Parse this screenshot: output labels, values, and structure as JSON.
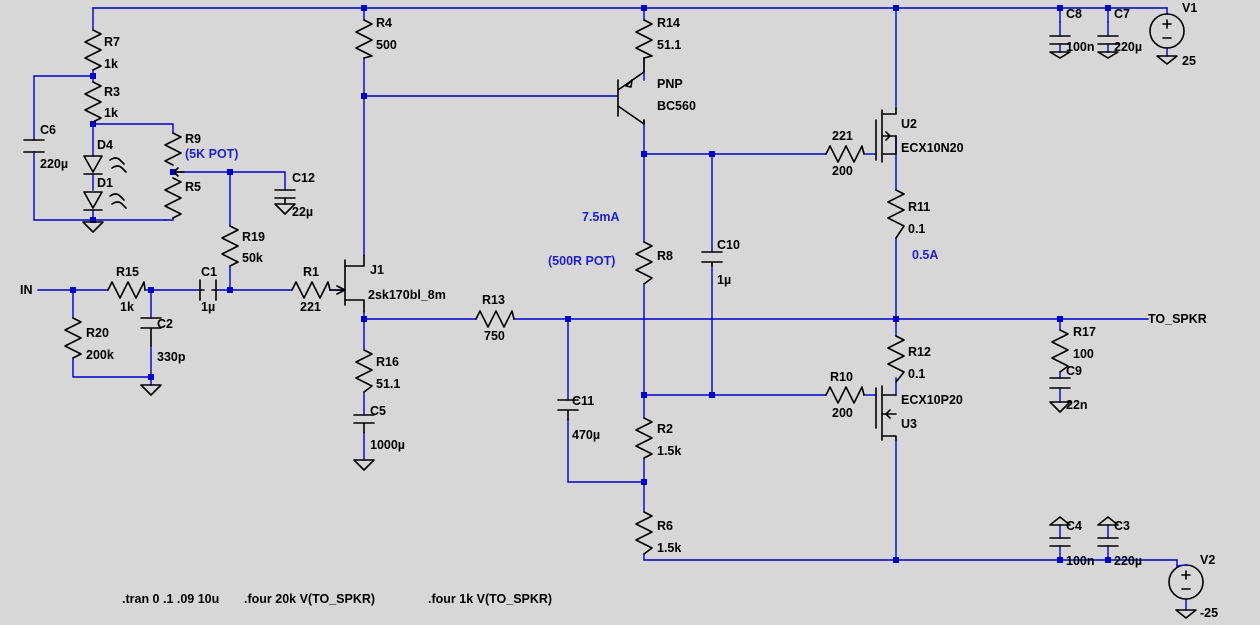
{
  "components": {
    "R7": {
      "ref": "R7",
      "value": "1k"
    },
    "R3": {
      "ref": "R3",
      "value": "1k"
    },
    "R9": {
      "ref": "R9",
      "value": "(5K POT)"
    },
    "R5": {
      "ref": "R5"
    },
    "C6": {
      "ref": "C6",
      "value": "220µ"
    },
    "D4": {
      "ref": "D4"
    },
    "D1": {
      "ref": "D1"
    },
    "C12": {
      "ref": "C12",
      "value": "22µ"
    },
    "R19": {
      "ref": "R19",
      "value": "50k"
    },
    "R15": {
      "ref": "R15",
      "value": "1k"
    },
    "R20": {
      "ref": "R20",
      "value": "200k"
    },
    "C2": {
      "ref": "C2",
      "value": "330p"
    },
    "C1": {
      "ref": "C1",
      "value": "1µ"
    },
    "R1": {
      "ref": "R1",
      "value": "221"
    },
    "R4": {
      "ref": "R4",
      "value": "500"
    },
    "J1": {
      "ref": "J1",
      "value": "2sk170bl_8m"
    },
    "R16": {
      "ref": "R16",
      "value": "51.1"
    },
    "C5": {
      "ref": "C5",
      "value": "1000µ"
    },
    "R13": {
      "ref": "R13",
      "value": "750"
    },
    "C11": {
      "ref": "C11",
      "value": "470µ"
    },
    "R14": {
      "ref": "R14",
      "value": "51.1"
    },
    "Q1": {
      "type": "PNP",
      "value": "BC560"
    },
    "R8": {
      "ref": "R8",
      "value": "(500R POT)"
    },
    "C10": {
      "ref": "C10",
      "value": "1µ"
    },
    "R2": {
      "ref": "R2",
      "value": "1.5k"
    },
    "R6": {
      "ref": "R6",
      "value": "1.5k"
    },
    "R21": {
      "ref": "221",
      "value": "200"
    },
    "R10": {
      "ref": "R10",
      "value": "200"
    },
    "U2": {
      "ref": "U2",
      "value": "ECX10N20"
    },
    "U3": {
      "ref": "U3",
      "value": "ECX10P20"
    },
    "R11": {
      "ref": "R11",
      "value": "0.1"
    },
    "R12": {
      "ref": "R12",
      "value": "0.1"
    },
    "R17": {
      "ref": "R17",
      "value": "100"
    },
    "C9": {
      "ref": "C9",
      "value": "22n"
    },
    "C8": {
      "ref": "C8",
      "value": "100n"
    },
    "C7": {
      "ref": "C7",
      "value": "220µ"
    },
    "C4": {
      "ref": "C4",
      "value": "100n"
    },
    "C3": {
      "ref": "C3",
      "value": "220µ"
    },
    "V1": {
      "ref": "V1",
      "value": "25"
    },
    "V2": {
      "ref": "V2",
      "value": "-25"
    }
  },
  "nets": {
    "in": "IN",
    "out": "TO_SPKR"
  },
  "annotations": {
    "bias_current": "7.5mA",
    "output_current": "0.5A"
  },
  "directives": {
    "tran": ".tran 0 .1 .09 10u",
    "four20k": ".four 20k V(TO_SPKR)",
    "four1k": ".four 1k V(TO_SPKR)"
  },
  "colors": {
    "wire": "#0000cc",
    "background": "#d7d7d7",
    "component": "#000000",
    "annotation": "#1f1fcf"
  }
}
